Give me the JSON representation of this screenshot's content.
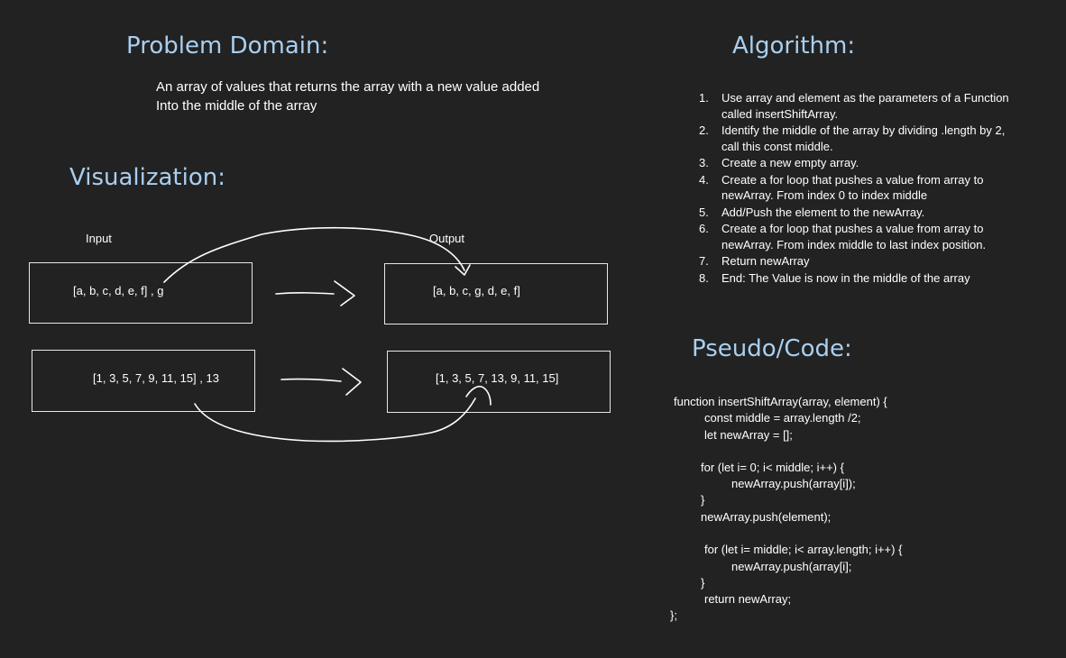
{
  "problem": {
    "heading": "Problem Domain:",
    "line1": "An array of values that returns the array with a new value added",
    "line2": "Into the middle of the array"
  },
  "visualization": {
    "heading": "Visualization:",
    "input_label": "Input",
    "output_label": "Output",
    "example1_input": "[a, b, c, d, e, f] , g",
    "example1_output": "[a, b, c, g, d, e, f]",
    "example2_input": "[1, 3, 5, 7, 9, 11, 15] , 13",
    "example2_output": "[1, 3, 5, 7, 13, 9, 11, 15]"
  },
  "algorithm": {
    "heading": "Algorithm:",
    "steps": [
      {
        "num": "1.",
        "line1": "Use array and element as the parameters of a Function",
        "line2": "called insertShiftArray."
      },
      {
        "num": "2.",
        "line1": "Identify the middle of the array by dividing .length by 2,",
        "line2": "call this const middle."
      },
      {
        "num": "3.",
        "line1": "Create a new empty array.",
        "line2": ""
      },
      {
        "num": "4.",
        "line1": "Create a for loop that pushes a value from array to",
        "line2": "newArray. From index 0 to index middle"
      },
      {
        "num": "5.",
        "line1": "Add/Push the element to the newArray.",
        "line2": ""
      },
      {
        "num": "6.",
        "line1": "Create a for loop that pushes a value from array to",
        "line2": "newArray. From index middle to last index position."
      },
      {
        "num": "7.",
        "line1": "Return newArray",
        "line2": ""
      },
      {
        "num": "8.",
        "line1": "End: The Value is now in the middle of the array",
        "line2": ""
      }
    ]
  },
  "pseudocode": {
    "heading": "Pseudo/Code:",
    "lines": [
      "function insertShiftArray(array, element) {",
      "const middle = array.length /2;",
      "let newArray = [];",
      "for (let i= 0;  i< middle; i++)  {",
      "newArray.push(array[i]);",
      "}",
      "newArray.push(element);",
      "for (let i= middle; i< array.length; i++) {",
      "newArray.push(array[i];",
      "}",
      "return newArray;",
      "};"
    ]
  }
}
